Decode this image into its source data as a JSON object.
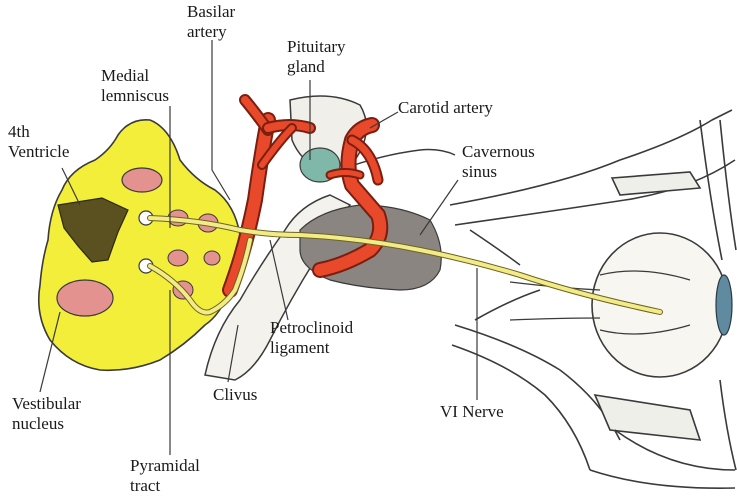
{
  "labels": {
    "basilar_artery": [
      "Basilar",
      "artery"
    ],
    "pituitary_gland": [
      "Pituitary",
      "gland"
    ],
    "medial_lemniscus": [
      "Medial",
      "lemniscus"
    ],
    "carotid_artery": [
      "Carotid artery"
    ],
    "fourth_ventricle": [
      "4th",
      "Ventricle"
    ],
    "cavernous_sinus": [
      "Cavernous",
      "sinus"
    ],
    "petroclinoid_ligament": [
      "Petroclinoid",
      "ligament"
    ],
    "clivus": [
      "Clivus"
    ],
    "vestibular_nucleus": [
      "Vestibular",
      "nucleus"
    ],
    "vi_nerve": [
      "VI Nerve"
    ],
    "pyramidal_tract": [
      "Pyramidal",
      "tract"
    ]
  },
  "colors": {
    "brainstem": "#f2ee3a",
    "artery": "#e8492a",
    "nucleus": "#e4928f",
    "ventricle": "#5a5020",
    "sinus": "#8a8580",
    "pituitary": "#7fb8a8",
    "nerve": "#f3ea88",
    "line": "#3a3a3a",
    "eye_iris": "#5f8aa0"
  }
}
